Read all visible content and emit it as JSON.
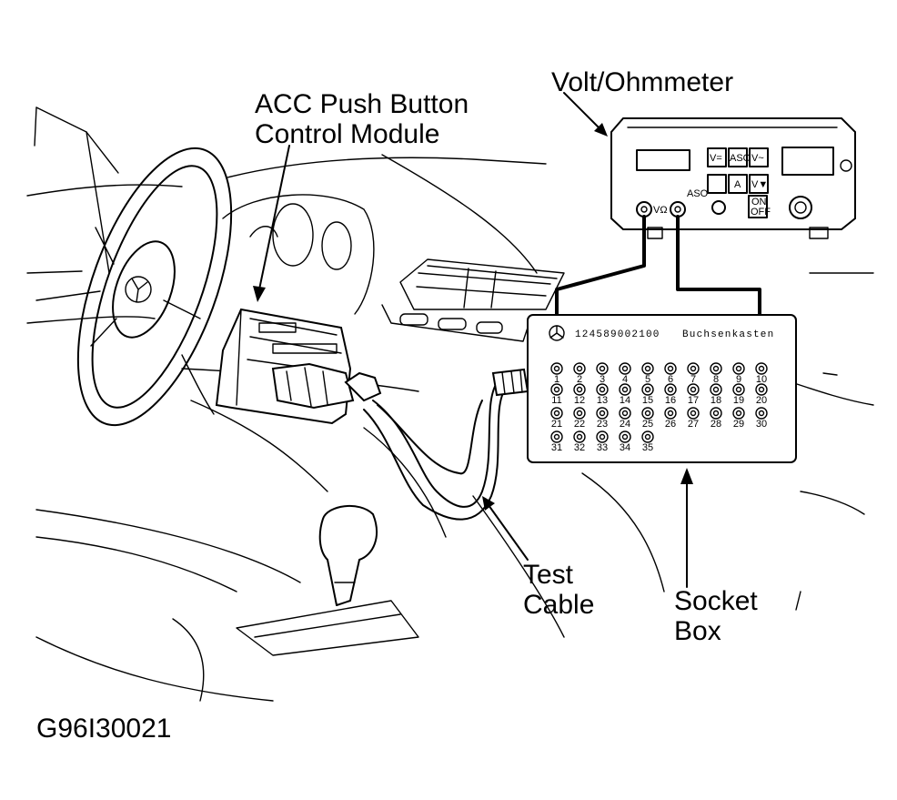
{
  "labels": {
    "volt_ohmmeter": "Volt/Ohmmeter",
    "acc_line1": "ACC Push Button",
    "acc_line2": "Control Module",
    "test_cable_line1": "Test",
    "test_cable_line2": "Cable",
    "socket_box_line1": "Socket",
    "socket_box_line2": "Box",
    "figure_id": "G96I30021"
  },
  "meter": {
    "keys": [
      "V=",
      "ASO",
      "V~",
      "A",
      "V▼"
    ],
    "switch_top": "ON",
    "switch_bottom": "OFF",
    "aso_label": "ASO",
    "port_label": "VΩ"
  },
  "socket_box": {
    "part_number": "124589002100",
    "name": "Buchsenkasten",
    "row1": [
      "1",
      "2",
      "3",
      "4",
      "5",
      "6",
      "7",
      "8",
      "9",
      "10"
    ],
    "row2": [
      "11",
      "12",
      "13",
      "14",
      "15",
      "16",
      "17",
      "18",
      "19",
      "20"
    ],
    "row3": [
      "21",
      "22",
      "23",
      "24",
      "25",
      "26",
      "27",
      "28",
      "29",
      "30"
    ],
    "row4": [
      "31",
      "32",
      "33",
      "34",
      "35"
    ]
  }
}
